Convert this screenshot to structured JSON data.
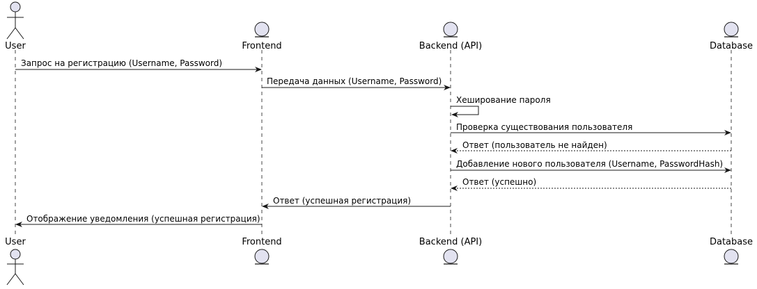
{
  "participants": [
    {
      "id": "user",
      "name": "User",
      "kind": "actor"
    },
    {
      "id": "frontend",
      "name": "Frontend",
      "kind": "entity"
    },
    {
      "id": "backend",
      "name": "Backend (API)",
      "kind": "entity"
    },
    {
      "id": "database",
      "name": "Database",
      "kind": "entity"
    }
  ],
  "messages": [
    {
      "from": "user",
      "to": "frontend",
      "text": "Запрос на регистрацию (Username, Password)",
      "style": "solid"
    },
    {
      "from": "frontend",
      "to": "backend",
      "text": "Передача данных (Username, Password)",
      "style": "solid"
    },
    {
      "from": "backend",
      "to": "backend",
      "text": "Хеширование пароля",
      "style": "self"
    },
    {
      "from": "backend",
      "to": "database",
      "text": "Проверка существования пользователя",
      "style": "solid"
    },
    {
      "from": "database",
      "to": "backend",
      "text": "Ответ (пользователь не найден)",
      "style": "dashed"
    },
    {
      "from": "backend",
      "to": "database",
      "text": "Добавление нового пользователя (Username, PasswordHash)",
      "style": "solid"
    },
    {
      "from": "database",
      "to": "backend",
      "text": "Ответ (успешно)",
      "style": "dashed"
    },
    {
      "from": "backend",
      "to": "frontend",
      "text": "Ответ (успешная регистрация)",
      "style": "solid"
    },
    {
      "from": "frontend",
      "to": "user",
      "text": "Отображение уведомления (успешная регистрация)",
      "style": "solid"
    }
  ],
  "colors": {
    "participant_fill": "#e2e2f0",
    "participant_stroke": "#181818",
    "lifeline": "#181818",
    "arrow": "#181818"
  }
}
